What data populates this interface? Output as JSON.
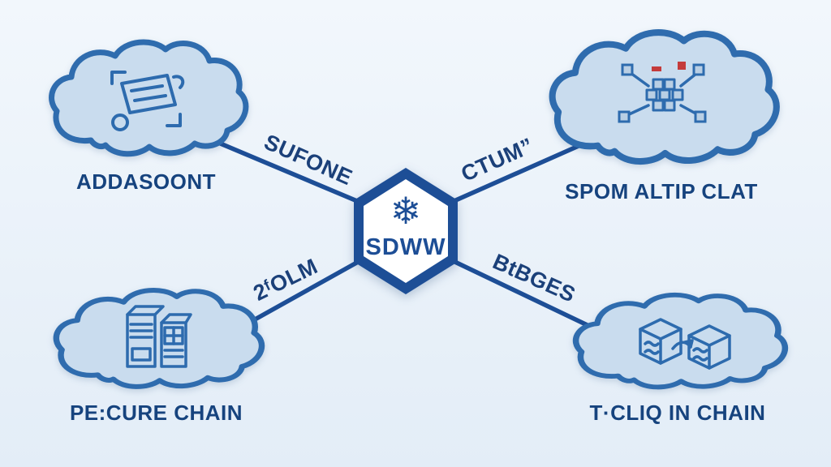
{
  "colors": {
    "background": "#edf4fb",
    "accent": "#1d4e96",
    "cloud_fill": "#c9dcee",
    "cloud_stroke": "#2f6cae",
    "label_text": "#16437e",
    "red_accent": "#c43b3b"
  },
  "center": {
    "label": "SDWW",
    "icon": "snowflake-icon",
    "icon_glyph": "❄"
  },
  "nodes": [
    {
      "id": "top-left",
      "label": "ADDASOONT",
      "icon": "document-scanner-icon"
    },
    {
      "id": "top-right",
      "label": "SPOM ALTIP CLAT",
      "icon": "chip-network-icon"
    },
    {
      "id": "bottom-left",
      "label": "PE:CURE CHAIN",
      "icon": "vending-machines-icon"
    },
    {
      "id": "bottom-right",
      "label": "T·CLIQ IN CHAIN",
      "icon": "shipping-crates-icon"
    }
  ],
  "edges": [
    {
      "id": "center-to-top-left",
      "label": "SUFONE"
    },
    {
      "id": "center-to-top-right",
      "label": "CTUM”"
    },
    {
      "id": "center-to-bottom-left",
      "label": "2ᶠOLM"
    },
    {
      "id": "center-to-bottom-right",
      "label": "BtBGES"
    }
  ]
}
